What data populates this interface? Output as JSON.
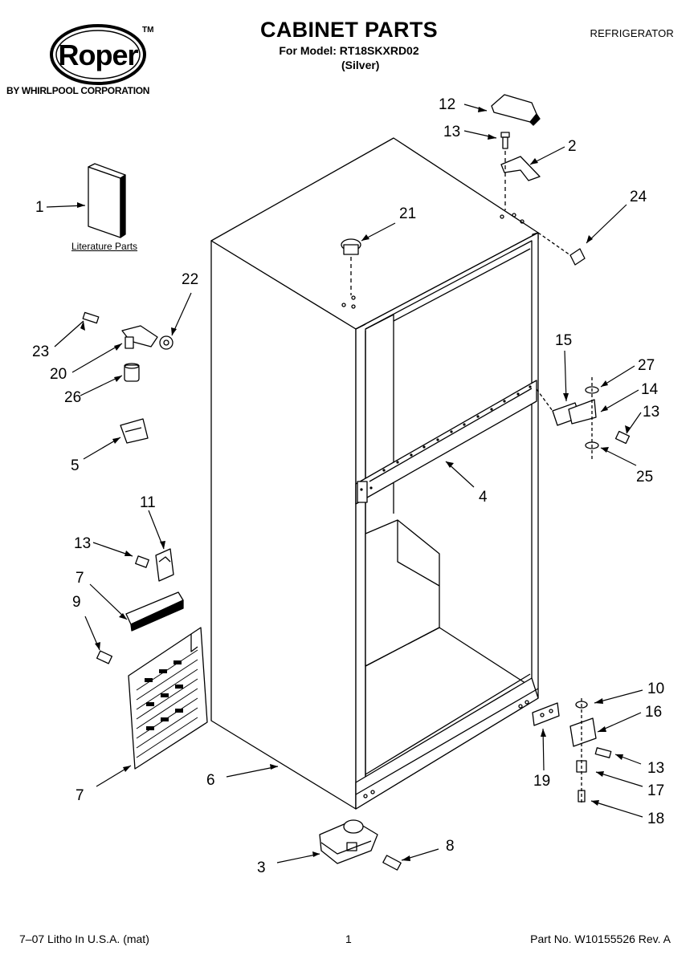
{
  "header": {
    "brand_logo": "Roper",
    "brand_tm": "TM",
    "byline": "BY WHIRLPOOL CORPORATION",
    "title": "CABINET PARTS",
    "model_line": "For Model: RT18SKXRD02",
    "color_line": "(Silver)",
    "category": "REFRIGERATOR"
  },
  "labels": {
    "literature": "Literature Parts"
  },
  "callouts": [
    "12",
    "13",
    "2",
    "24",
    "21",
    "1",
    "22",
    "23",
    "20",
    "26",
    "5",
    "15",
    "27",
    "14",
    "13",
    "25",
    "4",
    "11",
    "13",
    "7",
    "9",
    "7",
    "6",
    "10",
    "16",
    "13",
    "17",
    "19",
    "18",
    "3",
    "8"
  ],
  "footer": {
    "litho": "7–07 Litho In U.S.A. (mat)",
    "page": "1",
    "part_no": "Part No. W10155526 Rev. A"
  }
}
